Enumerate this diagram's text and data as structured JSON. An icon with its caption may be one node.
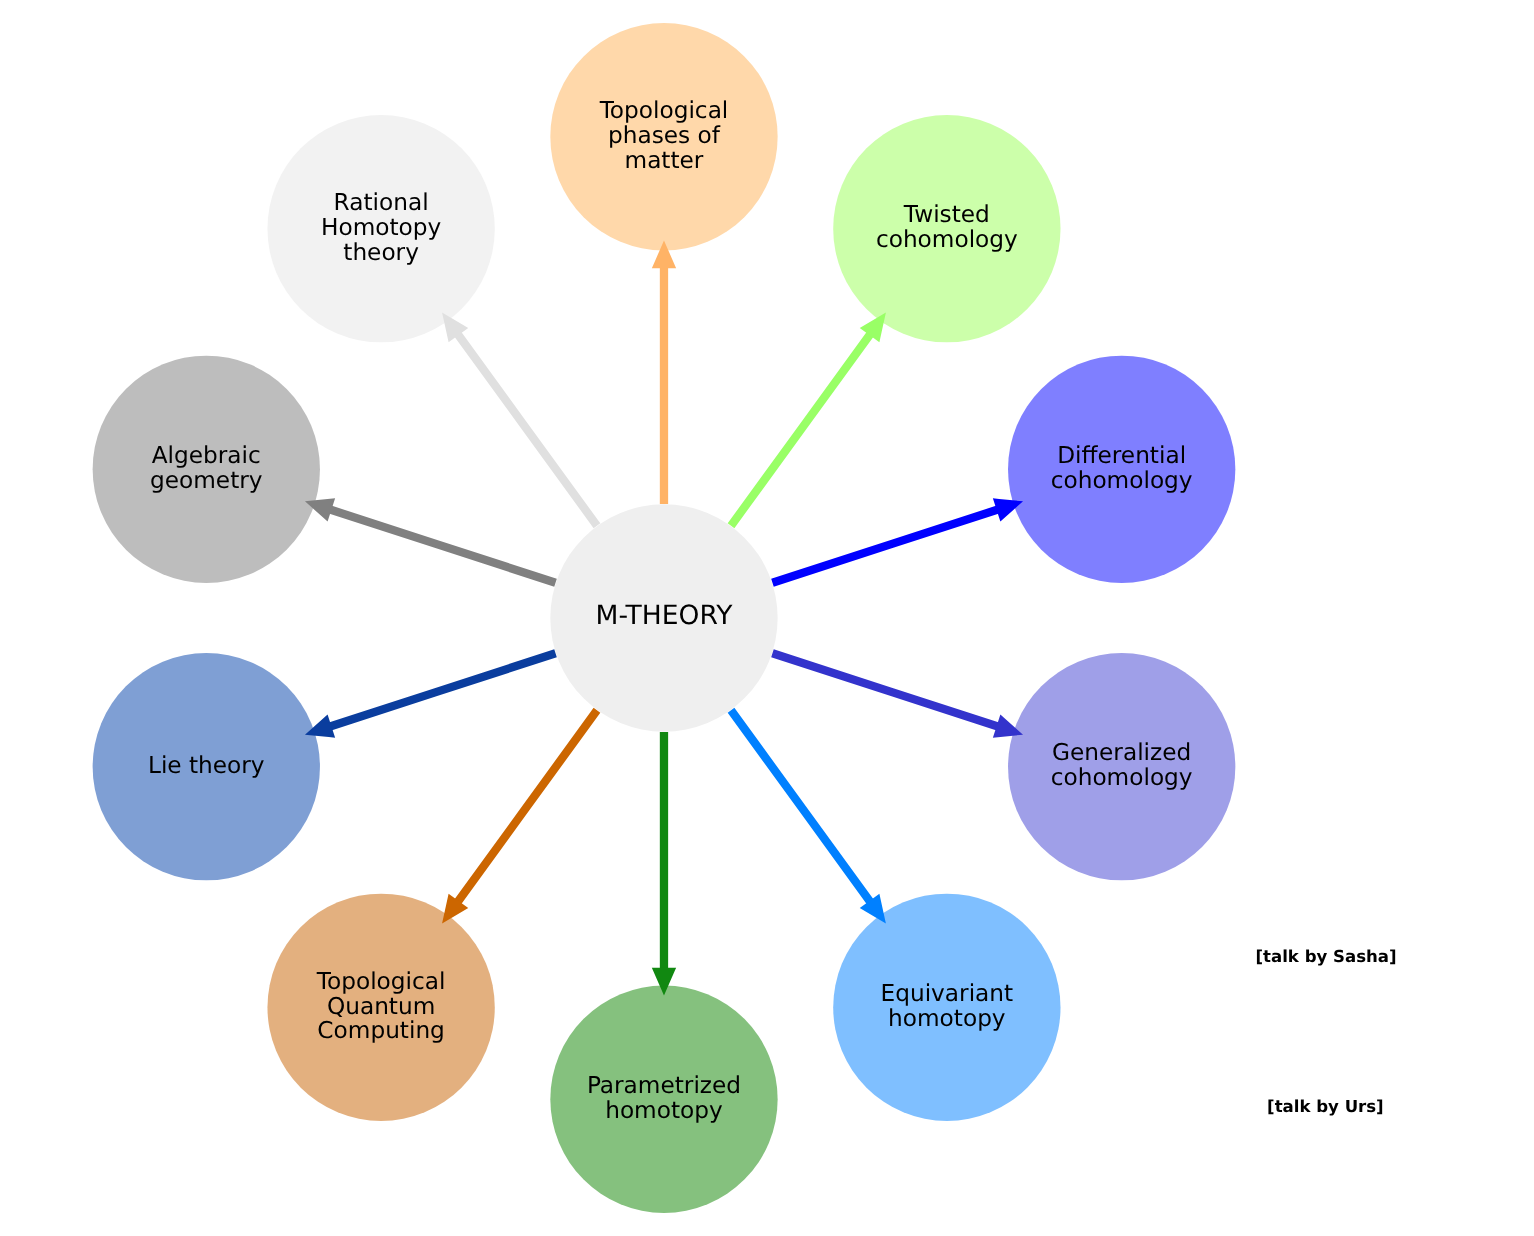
{
  "diagram": {
    "nodes": [
      {
        "text": [
          "M-THEORY"
        ]
      },
      {
        "text": [
          "Differential cohomology"
        ]
      },
      {
        "text": [
          "Twisted cohomology"
        ]
      },
      {
        "text": [
          "Topological phases of matter"
        ]
      },
      {
        "text": [
          "Rational Homotopy theory"
        ]
      },
      {
        "text": [
          "Algebraic geometry"
        ]
      },
      {
        "text": [
          "Lie theory"
        ]
      },
      {
        "text": [
          "Topological Quantum Computing"
        ]
      },
      {
        "text": [
          "Parametrized homotopy"
        ]
      },
      {
        "text": [
          "Equivariant homotopy"
        ]
      },
      {
        "text": [
          "Generalized cohomology"
        ]
      }
    ],
    "edges": [
      {
        "from": 0,
        "to": 1,
        "arrow": "to",
        "color": "#0000ff"
      },
      {
        "from": 0,
        "to": 2,
        "arrow": "to",
        "color": "#99ff66"
      },
      {
        "from": 0,
        "to": 3,
        "arrow": "to",
        "color": "#ffb366"
      },
      {
        "from": 0,
        "to": 4,
        "arrow": "to",
        "color": "#e0e0e0"
      },
      {
        "from": 0,
        "to": 5,
        "arrow": "to",
        "color": "#808080"
      },
      {
        "from": 0,
        "to": 6,
        "arrow": "to",
        "color": "#0a3d9e"
      },
      {
        "from": 0,
        "to": 7,
        "arrow": "to",
        "color": "#cc6600"
      },
      {
        "from": 0,
        "to": 8,
        "arrow": "to",
        "color": "#118811"
      },
      {
        "from": 0,
        "to": 9,
        "arrow": "to",
        "color": "#0080ff"
      },
      {
        "from": 0,
        "to": 10,
        "arrow": "to",
        "color": "#3333cc"
      }
    ],
    "labels": [
      "[talk by Urs]",
      "[talk by Sasha]"
    ]
  }
}
